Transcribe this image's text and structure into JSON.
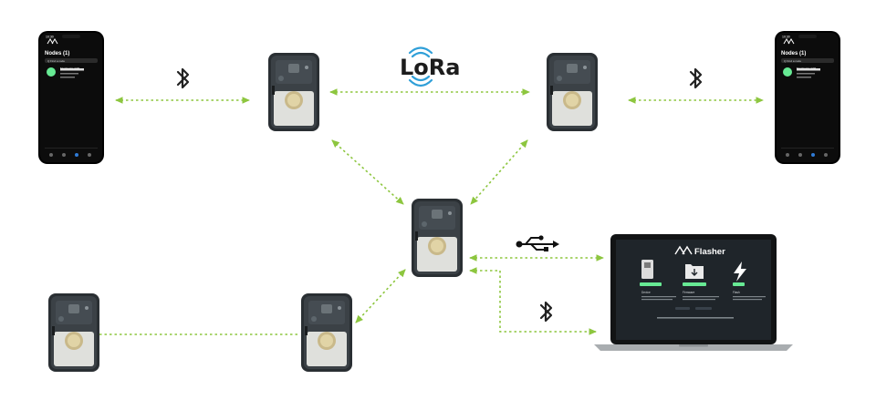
{
  "protocols": {
    "lora": "LoRa"
  },
  "phone_app": {
    "status_time": "10:30",
    "title": "Nodes (1)",
    "search_placeholder": "Q Find a node",
    "node_name": "Meshtastic 4c9f"
  },
  "flasher": {
    "title": "Flasher",
    "cards": [
      {
        "label": "Device"
      },
      {
        "label": "Firmware"
      },
      {
        "label": "Flash"
      }
    ]
  },
  "colors": {
    "link": "#8dc63f",
    "phone_body": "#0c0c0c",
    "device_body": "#2a2f33",
    "laptop_screen": "#1f252a",
    "accent": "#67ea94"
  }
}
